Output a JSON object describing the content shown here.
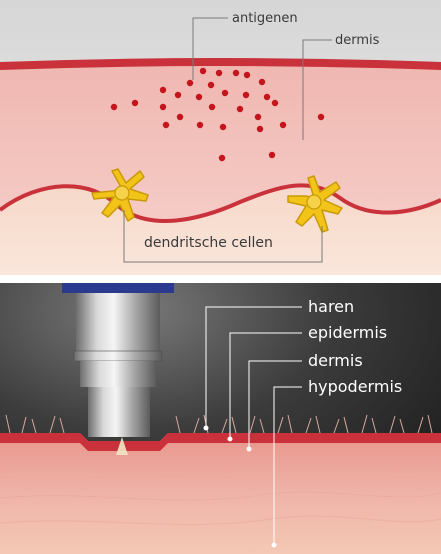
{
  "top_panel": {
    "labels": {
      "antigens": "antigenen",
      "dermis": "dermis",
      "dendritic_cells": "dendritsche cellen"
    }
  },
  "bottom_panel": {
    "labels": {
      "hair": "haren",
      "epidermis": "epidermis",
      "dermis": "dermis",
      "hypodermis": "hypodermis"
    }
  },
  "colors": {
    "skin_red": "#c9323a",
    "skin_pink": "#f3c4bf",
    "skin_deep": "#e7a39c",
    "antigen_dot": "#c4141c",
    "cell_yellow": "#f2c318",
    "label_line": "#7a7a7a",
    "bottom_text": "#ffffff",
    "top_text": "#3a3a3a"
  },
  "icons": {
    "antigen": "red-dot",
    "dendritic_cell": "star-shaped-cell",
    "device": "microneedle-applicator"
  }
}
